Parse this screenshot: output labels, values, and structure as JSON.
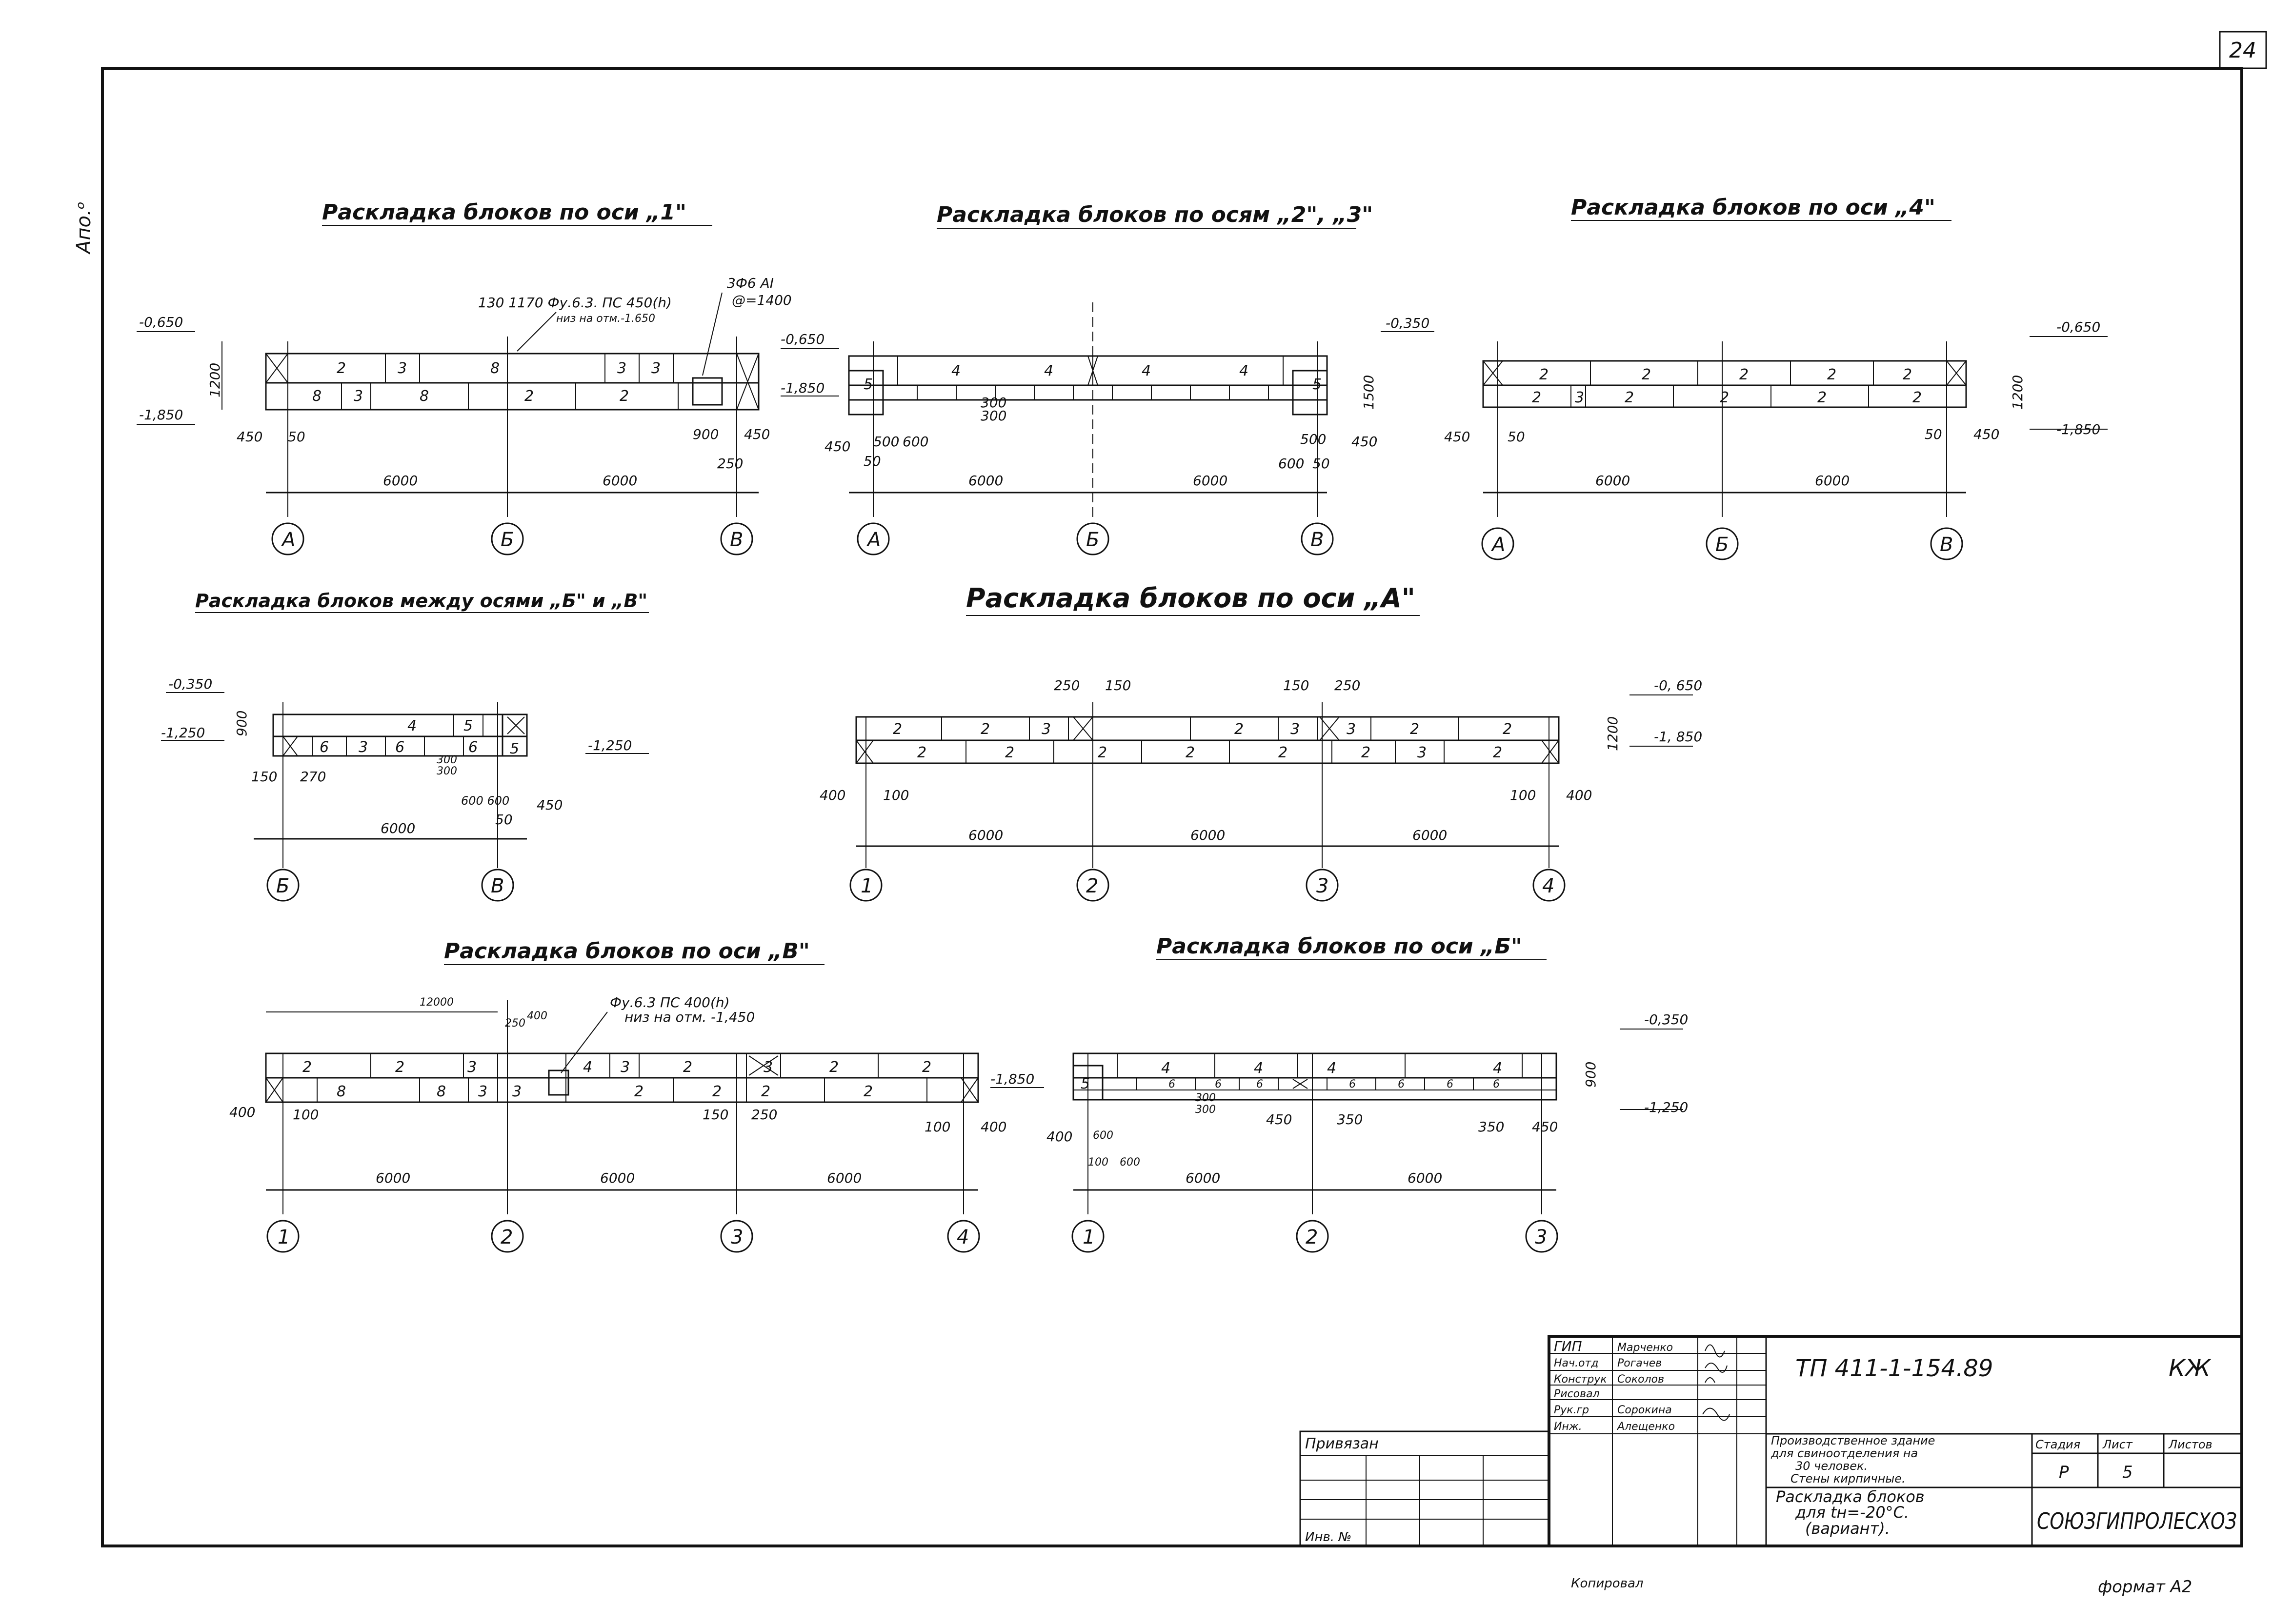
{
  "sheet": {
    "page_number": "24",
    "margin_note": "Апо.ᵒ",
    "copied_by": "Копировал",
    "format": "формат А2"
  },
  "plans": {
    "p1": {
      "title": "Раскладка блоков по оси „1\"",
      "upper": [
        "2",
        "3",
        "8",
        "3",
        "3"
      ],
      "lower": [
        "8",
        "3",
        "8",
        "2",
        "2"
      ],
      "level_top": "-0,650",
      "level_bottom": "-1,850",
      "height_dim": "1200",
      "dims": [
        "450",
        "50",
        "900",
        "450",
        "250"
      ],
      "callout_a": "130 1170 Фу.6.3. ПС 450(h)",
      "callout_a2": "низ на отм.-1.650",
      "callout_b": "3Ф6 АI",
      "callout_b2": "@=1400",
      "span": [
        "6000",
        "6000"
      ],
      "axes": [
        "А",
        "Б",
        "В"
      ]
    },
    "p2": {
      "title": "Раскладка блоков по осям „2\", „3\"",
      "upper": [
        "4",
        "4",
        "4",
        "4"
      ],
      "end_left": "5",
      "end_right": "5",
      "level_top": "-0,650",
      "level_bottom": "-1,850",
      "level_right": "-0,350",
      "height_dim": "1500",
      "small_dims": [
        "300",
        "300"
      ],
      "dims": [
        "450",
        "500",
        "600",
        "50",
        "500",
        "450",
        "600",
        "50"
      ],
      "span": [
        "6000",
        "6000"
      ],
      "axes": [
        "А",
        "Б",
        "В"
      ]
    },
    "p3": {
      "title": "Раскладка блоков по оси „4\"",
      "upper": [
        "2",
        "2",
        "2",
        "2",
        "2"
      ],
      "lower": [
        "2",
        "3",
        "2",
        "2",
        "2",
        "2"
      ],
      "level_top": "-0,650",
      "level_bottom": "-1,850",
      "height_dim": "1200",
      "dims": [
        "450",
        "50",
        "50",
        "450"
      ],
      "span": [
        "6000",
        "6000"
      ],
      "axes": [
        "А",
        "Б",
        "В"
      ]
    },
    "p4": {
      "title": "Раскладка блоков между осями „Б\" и „В\"",
      "upper": [
        "4",
        "5"
      ],
      "lower": [
        "6",
        "3",
        "6",
        "6"
      ],
      "end_right": "5",
      "level_top": "-0,350",
      "level_bottom": "-1,250",
      "level_right": "-1,250",
      "height_dim": "900",
      "dims": [
        "150",
        "270",
        "300",
        "300",
        "600 600",
        "50",
        "450"
      ],
      "span": [
        "6000"
      ],
      "axes": [
        "Б",
        "В"
      ]
    },
    "p5": {
      "title": "Раскладка блоков по оси „А\"",
      "upper": [
        "2",
        "2",
        "3",
        "2",
        "3",
        "3",
        "2",
        "2"
      ],
      "lower": [
        "2",
        "2",
        "2",
        "2",
        "2",
        "2",
        "3",
        "2"
      ],
      "top_dims": [
        "250",
        "150",
        "150",
        "250"
      ],
      "level_top": "-0, 650",
      "level_bottom": "-1, 850",
      "height_dim": "1200",
      "dims": [
        "400",
        "100",
        "100",
        "400"
      ],
      "span": [
        "6000",
        "6000",
        "6000"
      ],
      "axes": [
        "1",
        "2",
        "3",
        "4"
      ]
    },
    "p6": {
      "title": "Раскладка блоков по оси „В\"",
      "upper": [
        "2",
        "2",
        "3",
        "4",
        "3",
        "2",
        "3",
        "2",
        "2"
      ],
      "lower": [
        "8",
        "8",
        "3",
        "3",
        "2",
        "2",
        "2",
        "2"
      ],
      "top_dims": [
        "12000",
        "250",
        "400"
      ],
      "callout_a": "Фу.6.3 ПС 400(h)",
      "callout_b": "низ на отм. -1,450",
      "level_right": "-1,850",
      "dims": [
        "400",
        "100",
        "150",
        "250",
        "100",
        "400"
      ],
      "span": [
        "6000",
        "6000",
        "6000"
      ],
      "axes": [
        "1",
        "2",
        "3",
        "4"
      ]
    },
    "p7": {
      "title": "Раскладка блоков по оси „Б\"",
      "upper": [
        "4",
        "4",
        "4",
        "4"
      ],
      "lower": [
        "6",
        "6",
        "6",
        "6",
        "6",
        "6",
        "6"
      ],
      "end_left": "5",
      "small_dims": [
        "300",
        "300"
      ],
      "level_top": "-0,350",
      "level_bottom": "-1,250",
      "height_dim": "900",
      "dims": [
        "400",
        "600",
        "100",
        "600",
        "450",
        "350",
        "350",
        "450"
      ],
      "span": [
        "6000",
        "6000"
      ],
      "axes": [
        "1",
        "2",
        "3"
      ]
    }
  },
  "title_block": {
    "privyazan": "Привязан",
    "inv_no": "Инв. №",
    "roles": [
      "ГИП",
      "Нач.отд",
      "Конструк",
      "Рисовал",
      "Рук.гр",
      "Инж."
    ],
    "names": [
      "Марченко",
      "Рогачев",
      "Соколов",
      "Сорокина",
      "Алещенко"
    ],
    "code": "ТП 411-1-154.89",
    "mark": "КЖ",
    "project": [
      "Производственное здание",
      "для свиноотделения на",
      "30 человек.",
      "Стены кирпичные."
    ],
    "sheet_title": [
      "Раскладка блоков",
      "для tн=-20°С.",
      "(вариант)."
    ],
    "headers": [
      "Стадия",
      "Лист",
      "Листов"
    ],
    "stage": "Р",
    "sheet": "5",
    "organization": "СОЮЗГИПРОЛЕСХОЗ"
  }
}
